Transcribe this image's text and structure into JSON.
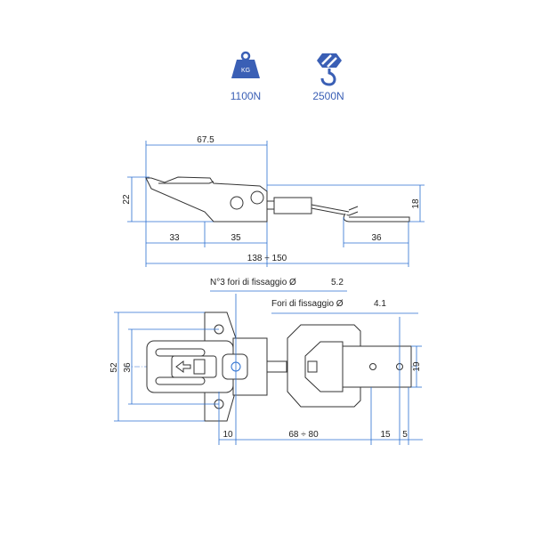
{
  "badges": [
    {
      "icon": "weight-icon",
      "icon_text": "KG",
      "label": "1100N"
    },
    {
      "icon": "crane-hook-icon",
      "label": "2500N"
    }
  ],
  "side_view": {
    "dims": {
      "overall_lever": "67.5",
      "height": "22",
      "left_offset": "33",
      "base_length": "35",
      "hook_plate": "36",
      "total_length": "138 ÷ 150",
      "hook_height": "18"
    }
  },
  "top_view": {
    "note_base_holes": {
      "label": "N°3 fori di fissaggio Ø",
      "value": "5.2"
    },
    "note_strike_holes": {
      "label": "Fori di fissaggio Ø",
      "value": "4.1"
    },
    "dims": {
      "base_width": "52",
      "hole_spacing": "36",
      "pivot_offset": "10",
      "reach": "68 ÷ 80",
      "hole_pitch": "15",
      "edge": "5",
      "strike_width": "19"
    }
  },
  "colors": {
    "accent": "#3a5fb5",
    "dimension": "#2b6fd0"
  }
}
